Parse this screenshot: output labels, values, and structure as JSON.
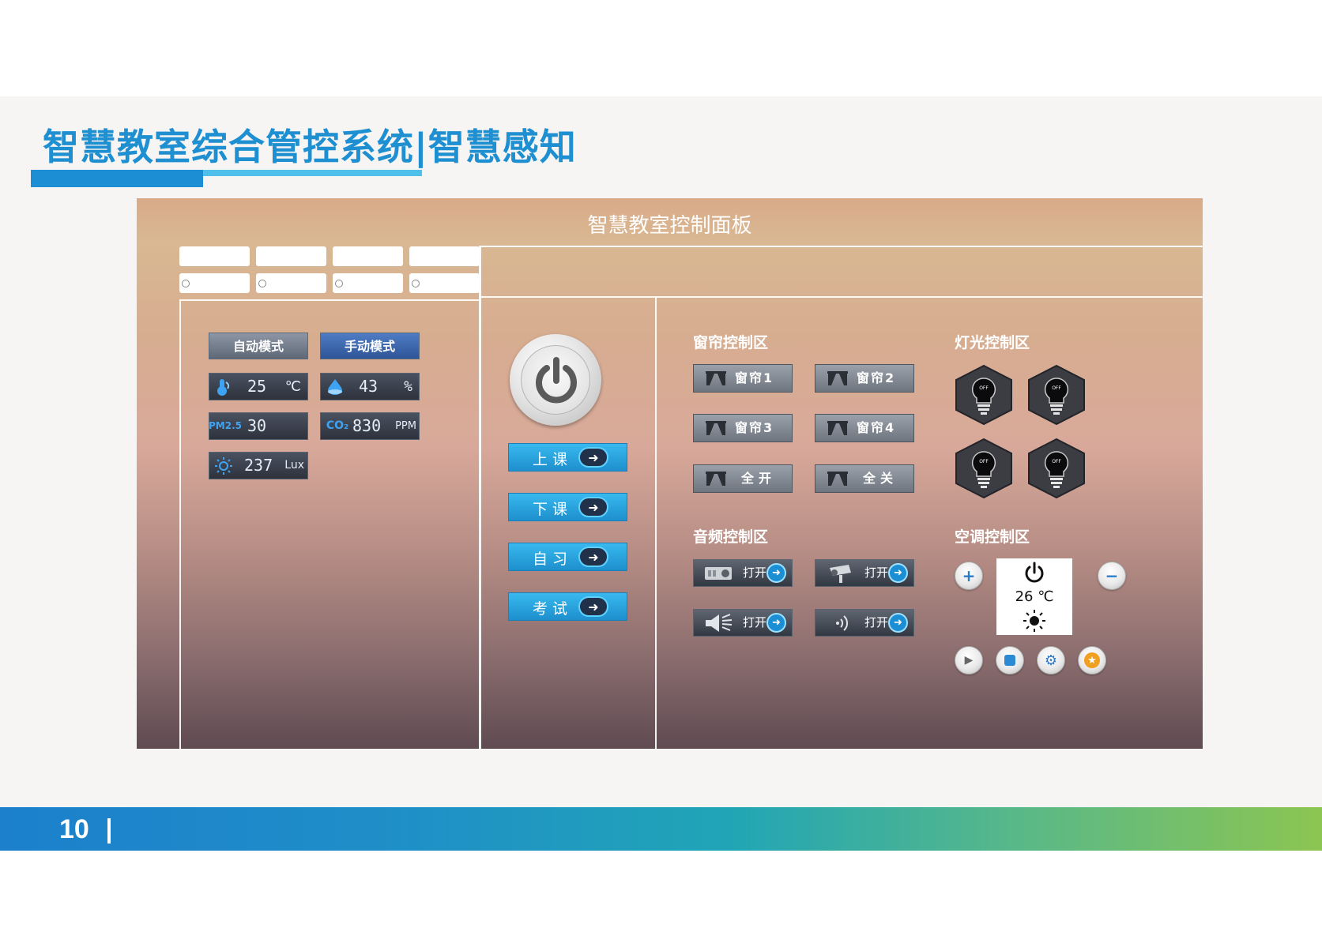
{
  "slide": {
    "title": "智慧教室综合管控系统|智慧感知",
    "page_number": "10"
  },
  "panel": {
    "title": "智慧教室控制面板",
    "modes": {
      "auto": "自动模式",
      "manual": "手动模式"
    },
    "sensors": [
      {
        "id": "temperature",
        "value": "25",
        "unit": "℃",
        "icon": "thermometer-icon"
      },
      {
        "id": "humidity",
        "value": "43",
        "unit": "%",
        "icon": "water-drop-icon"
      },
      {
        "id": "pm25",
        "value": "30",
        "unit": "",
        "icon_text": "PM2.5"
      },
      {
        "id": "co2",
        "value": "830",
        "unit": "PPM",
        "icon_text": "CO₂"
      },
      {
        "id": "light",
        "value": "237",
        "unit": "Lux",
        "icon": "sun-icon"
      }
    ],
    "class_buttons": [
      "上课",
      "下课",
      "自习",
      "考试"
    ],
    "curtain": {
      "label": "窗帘控制区",
      "buttons": [
        "窗帘1",
        "窗帘2",
        "窗帘3",
        "窗帘4",
        "全开",
        "全关"
      ]
    },
    "lights": {
      "label": "灯光控制区",
      "bulbs": [
        "OFF",
        "OFF",
        "OFF",
        "OFF"
      ]
    },
    "audio": {
      "label": "音频控制区",
      "buttons": [
        {
          "device": "projector-icon",
          "label": "打开"
        },
        {
          "device": "camera-icon",
          "label": "打开"
        },
        {
          "device": "speaker-icon",
          "label": "打开"
        },
        {
          "device": "wireless-icon",
          "label": "打开"
        }
      ]
    },
    "ac": {
      "label": "空调控制区",
      "temperature": "26 ℃",
      "mode_icon": "sun-icon"
    }
  },
  "colors": {
    "brand_blue": "#1e8fd0",
    "class_button": "#2aa4e0",
    "footer_end": "#8cc551"
  }
}
